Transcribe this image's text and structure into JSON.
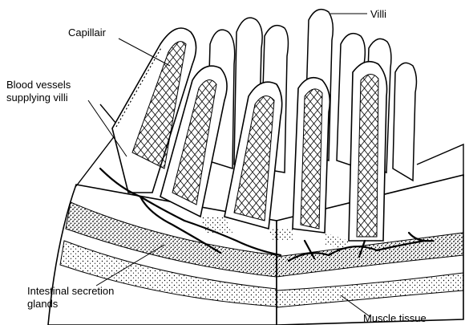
{
  "labels": {
    "villi": "Villi",
    "capillair": "Capillair",
    "blood_vessels_line1": "Blood vessels",
    "blood_vessels_line2": "supplying villi",
    "glands_line1": "Intestinal secretion",
    "glands_line2": "glands",
    "muscle": "Muscle tissue"
  }
}
